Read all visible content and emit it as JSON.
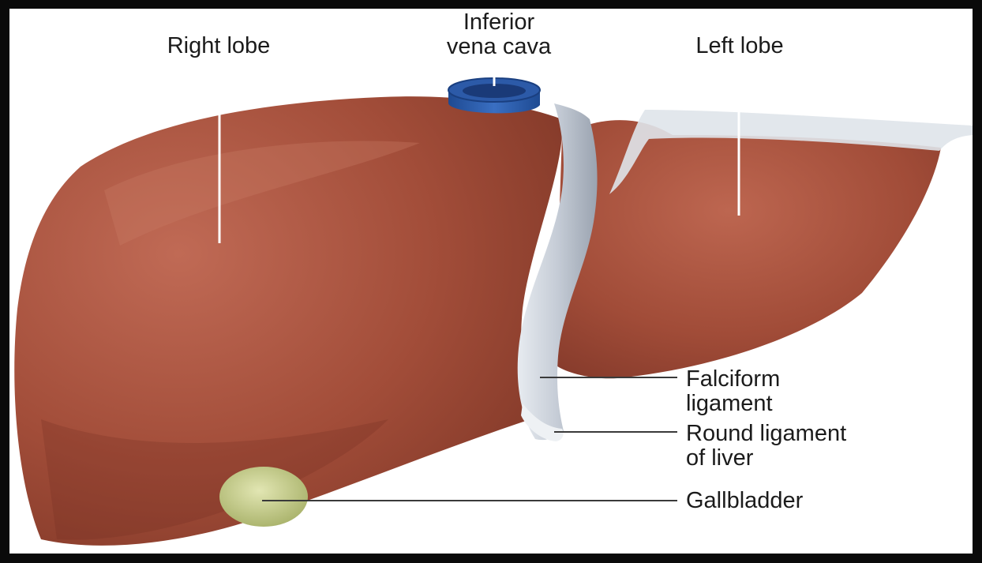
{
  "labels": {
    "right_lobe": "Right lobe",
    "inferior_vena_cava": "Inferior\nvena cava",
    "left_lobe": "Left lobe",
    "falciform_ligament": "Falciform\nligament",
    "round_ligament": "Round ligament\nof liver",
    "gallbladder": "Gallbladder"
  },
  "colors": {
    "frame": "#0a0a0a",
    "liver": "#a8523e",
    "liver_shadow": "#7c3424",
    "ligament": "#cfd6df",
    "vena_cava": "#2e5fae",
    "gallbladder": "#c7d08a",
    "leader_line": "#ffffff",
    "text": "#1b1b1b"
  }
}
